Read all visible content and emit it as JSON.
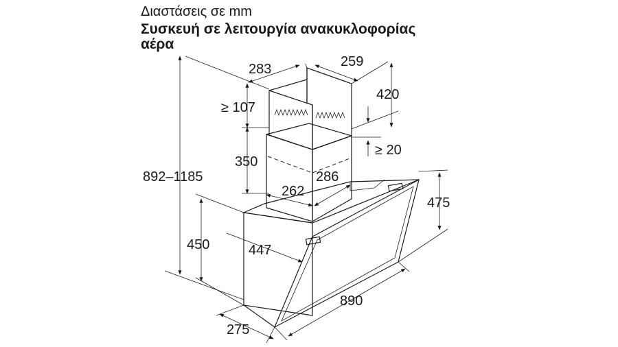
{
  "header": {
    "line1": "Διαστάσεις σε mm",
    "line2": "Συσκευή σε λειτουργία ανακυκλοφορίας",
    "line3": "αέρα"
  },
  "dimensions": {
    "chimney_depth": "283",
    "chimney_width": "259",
    "upper_chimney_height": "420",
    "min_top_gap": "≥ 107",
    "lower_chimney_height": "350",
    "min_overlap": "≥ 20",
    "total_height": "892–1185",
    "inner_depth": "262",
    "inner_width": "286",
    "canopy_height_right": "475",
    "canopy_height_left": "450",
    "canopy_depth": "447",
    "base_depth": "275",
    "total_width": "890"
  }
}
